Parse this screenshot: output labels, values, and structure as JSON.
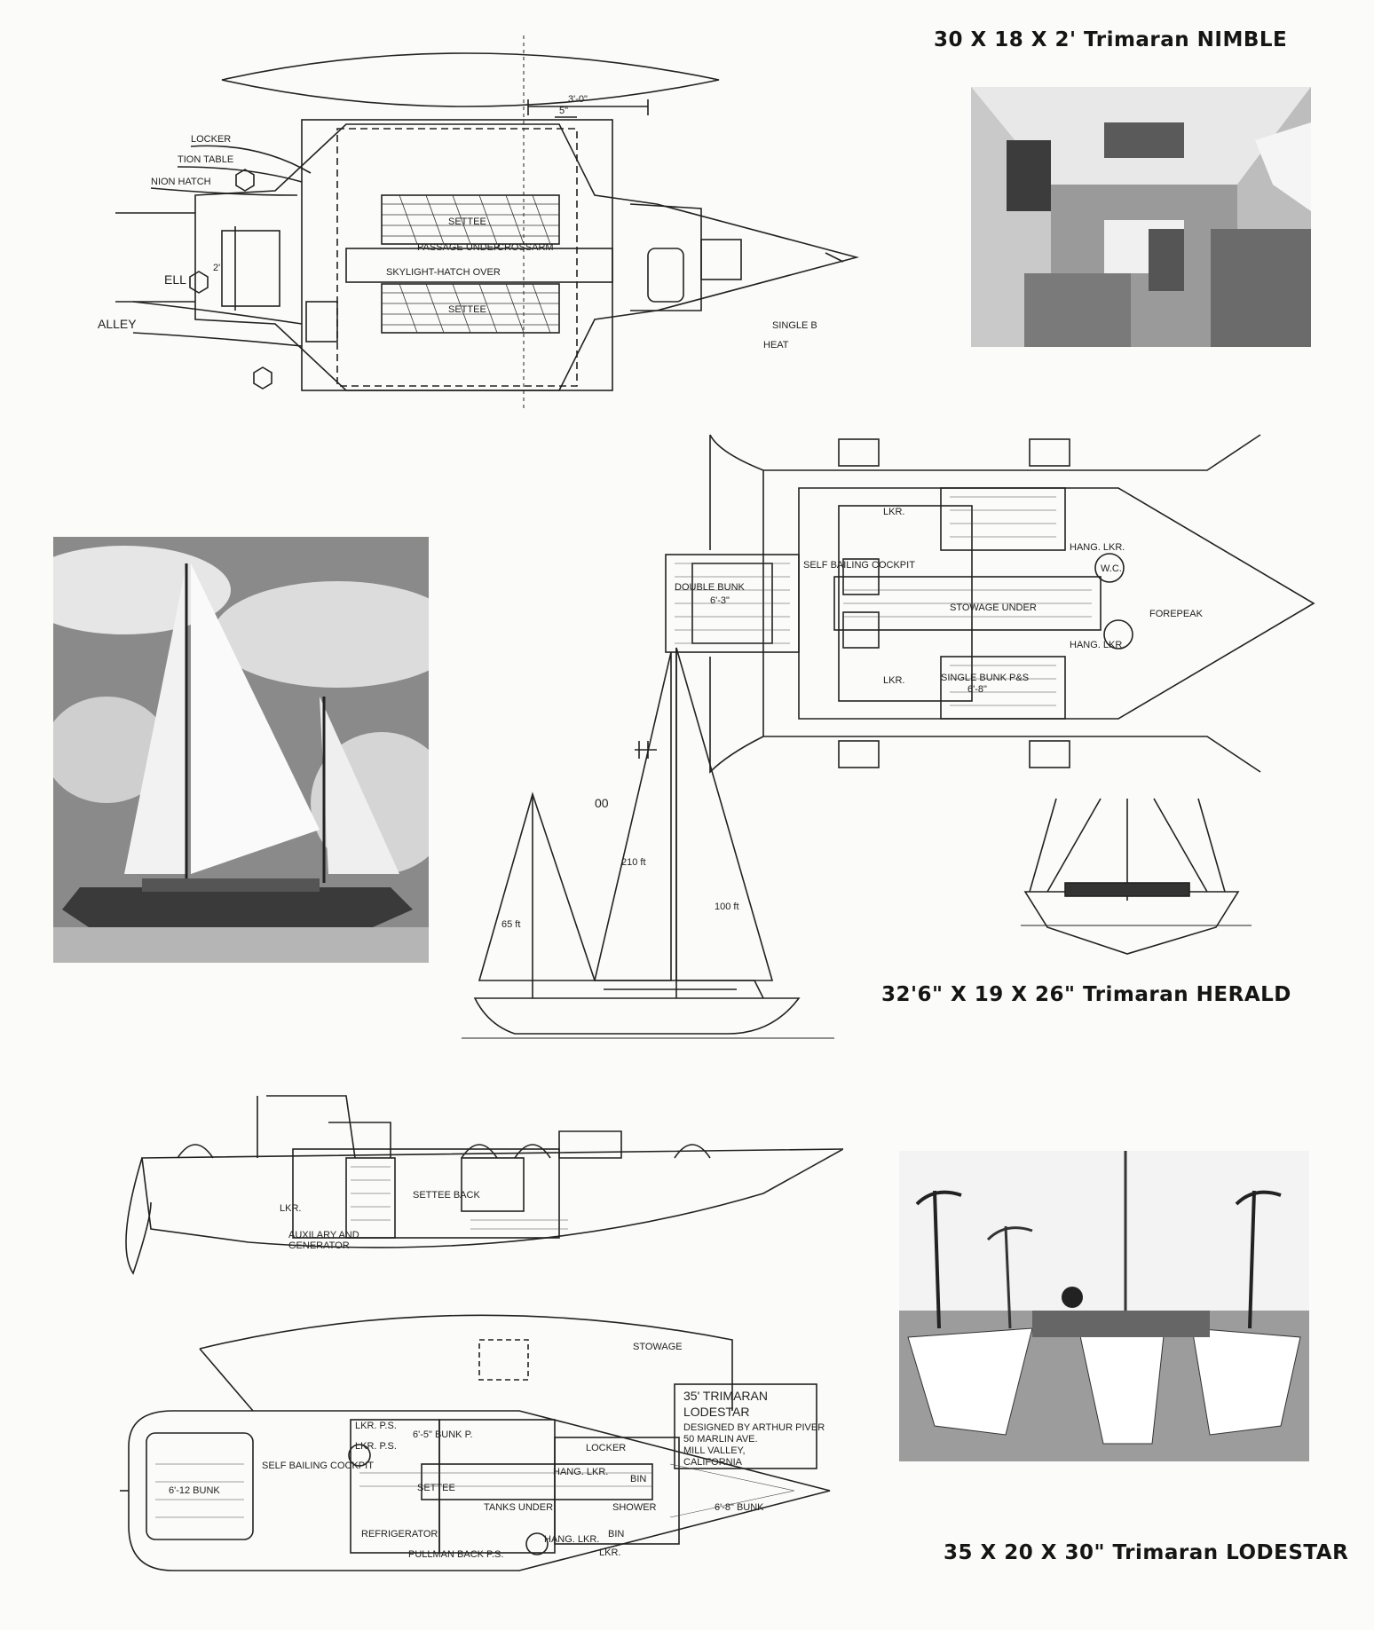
{
  "nimble": {
    "caption": "30 X 18 X 2' Trimaran NIMBLE",
    "labels": {
      "locker": "LOCKER",
      "table": "TION TABLE",
      "hatch": "NION HATCH",
      "well": "ELL",
      "galley": "ALLEY",
      "settee_top": "SETTEE",
      "passage": "PASSAGE UNDER",
      "crossarm": "CROSSARM",
      "skylight": "SKYLIGHT-HATCH OVER",
      "settee_bottom": "SETTEE",
      "single": "SINGLE B",
      "heat": "HEAT",
      "dim_top": "3'-0\"",
      "dim_small": "5\"",
      "dim_side": "2'"
    }
  },
  "herald": {
    "caption": "32'6\" X 19 X 26\" Trimaran HERALD",
    "labels": {
      "lkr_top": "LKR.",
      "lkr_bottom": "LKR.",
      "double_bunk": "DOUBLE BUNK",
      "double_bunk_dim": "6'-3\"",
      "cockpit": "SELF BAILING COCKPIT",
      "stowage": "STOWAGE UNDER",
      "single_bunk": "SINGLE BUNK P&S",
      "single_bunk_dim": "6'-8\"",
      "hang_lkr_top": "HANG. LKR.",
      "hang_lkr_bottom": "HANG. LKR.",
      "wc": "W.C.",
      "forepeak": "FOREPEAK",
      "sail_mark": "00",
      "area_main": "210 ft",
      "area_jib": "100 ft",
      "area_mizzen": "65 ft"
    }
  },
  "lodestar": {
    "caption": "35 X 20 X 30\" Trimaran LODESTAR",
    "title_block": {
      "line1": "35' TRIMARAN",
      "line2": "LODESTAR",
      "line3": "DESIGNED BY ARTHUR PIVER",
      "line4": "50 MARLIN AVE.",
      "line5": "MILL VALLEY,",
      "line6": "CALIFORNIA"
    },
    "labels": {
      "lkr_profile": "LKR.",
      "aux": "AUXILARY AND",
      "generator": "GENERATOR",
      "settee_back": "SETTEE BACK",
      "stowage": "STOWAGE",
      "lkr_ps_1": "LKR. P.S.",
      "lkr_ps_2": "LKR. P.S.",
      "bunk_top": "6'-5\" BUNK P.",
      "settee": "SETTEE",
      "hang_lkr_1": "HANG. LKR.",
      "locker": "LOCKER",
      "bin_1": "BIN",
      "bunk_aft": "6'-12 BUNK",
      "cockpit": "SELF BAILING COCKPIT",
      "tanks": "TANKS UNDER",
      "shower": "SHOWER",
      "bunk_fwd": "6'-8\" BUNK",
      "refrigerator": "REFRIGERATOR",
      "pullman": "PULLMAN BACK P.S.",
      "hang_lkr_2": "HANG. LKR.",
      "lkr_2": "LKR.",
      "bin_2": "BIN"
    }
  }
}
